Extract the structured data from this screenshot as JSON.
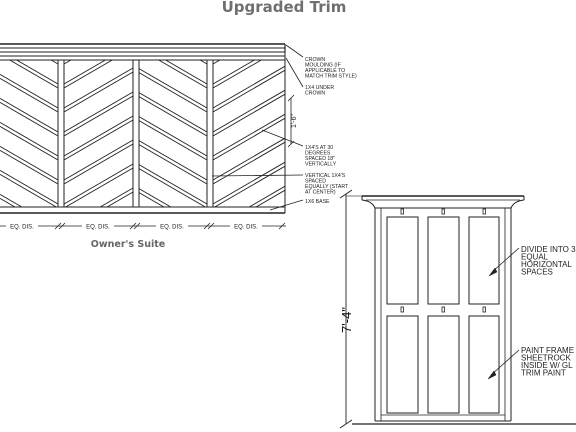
{
  "title": "Upgraded Trim",
  "wall_caption": "Owner's Suite",
  "wall_notes": [
    "CROWN",
    "MOULDING (IF",
    "APPLICABLE TO",
    "MATCH TRIM STYLE)",
    "1X4 UNDER",
    "CROWN",
    "1X4'S AT 30",
    "DEGREES",
    "SPACED 18\"",
    "VERTICALLY",
    "VERTICAL 1X4'S",
    "SPACED",
    "EQUALLY (START",
    "AT CENTER)",
    "1X6 BASE"
  ],
  "spacing_dimension": "1'-6\"",
  "bay_labels": [
    "EQ. DIS.",
    "EQ. DIS.",
    "EQ. DIS.",
    "EQ. DIS."
  ],
  "height_dimension": "7'-4\"",
  "elevation_notes": [
    "DIVIDE INTO 3",
    "EQUAL",
    "HORIZONTAL",
    "SPACES",
    "PAINT FRAME",
    "SHEETROCK",
    "INSIDE W/ GL",
    "TRIM PAINT"
  ]
}
